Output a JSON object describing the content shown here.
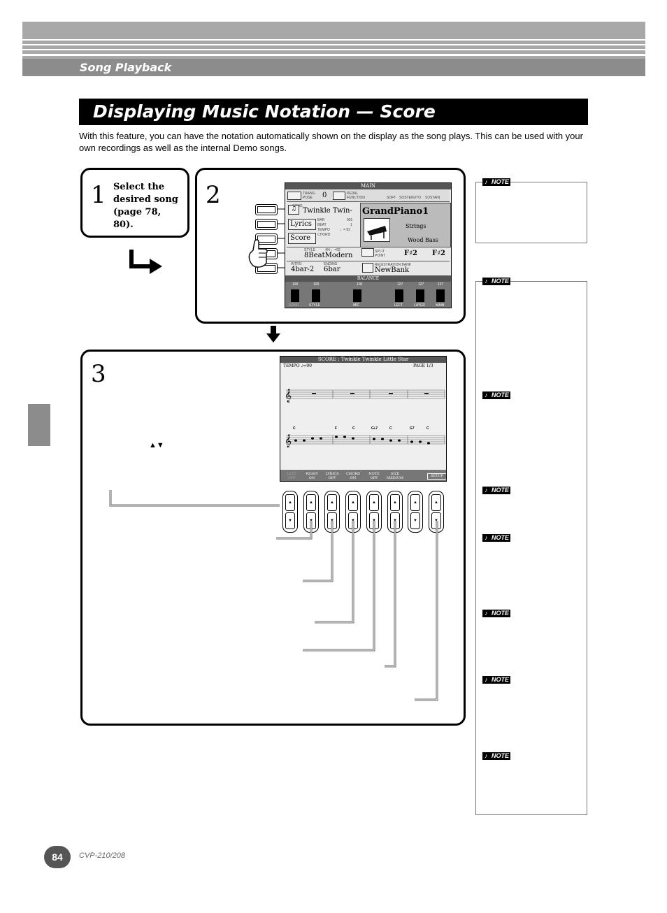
{
  "header": {
    "section": "Song Playback"
  },
  "title": "Displaying Music Notation — Score",
  "intro": "With this feature, you can have the notation automatically shown on the display as the song plays. This can be used with your own recordings as well as the internal Demo songs.",
  "steps": [
    {
      "number": "1",
      "text": "Select the desired song (page 78, 80)."
    },
    {
      "number": "2"
    },
    {
      "number": "3"
    }
  ],
  "step3_arrows": "▲▼",
  "main_screen": {
    "title": "MAIN",
    "transpose_label": "TRANS-POSE",
    "transpose_value": "0",
    "pedal_label": "PEDAL FUNCTION",
    "pedals": [
      "SOFT",
      "SOSTENUTO",
      "SUSTAIN"
    ],
    "song_label": "SONG",
    "song_value": "Twinkle Twin-",
    "bar_label": "BAR",
    "beat_label": "BEAT",
    "tempo_label": "TEMPO",
    "chord_label": "CHORD",
    "bar_value": "001",
    "beat_value": "1",
    "tempo_value": "♩= 92",
    "lyrics_label": "Lyrics",
    "score_label": "Score",
    "voice_main": "GrandPiano1",
    "voice_layer": "Strings",
    "voice_left": "Wood Bass",
    "style_label": "STYLE",
    "style_value": "8BeatModern",
    "style_tempo": "4/4  ♩=92",
    "split_label": "SPLIT POINT",
    "split_values": [
      "F♯2",
      "F♯2"
    ],
    "intro_label": "INTRO",
    "intro_value": "4bar-2",
    "ending_label": "ENDING",
    "ending_value": "6bar",
    "reg_label": "REGISTRATION BANK",
    "reg_value": "NewBank",
    "balance_label": "BALANCE",
    "balance_values": [
      "100",
      "100",
      "100",
      "127",
      "127",
      "127"
    ],
    "balance_labels": [
      "SONG",
      "STYLE",
      "MIC",
      "LEFT",
      "LAYER",
      "MAIN"
    ]
  },
  "score_screen": {
    "title": "SCORE : Twinkle Twinkle Little Star",
    "tempo": "TEMPO ♩=90",
    "page": "PAGE  1/3",
    "chords": [
      "C",
      "F",
      "C",
      "G♭7",
      "C",
      "G7",
      "C"
    ],
    "buttons": [
      {
        "label": "LEFT",
        "state": "OFF"
      },
      {
        "label": "RIGHT",
        "state": "ON"
      },
      {
        "label": "LYRICS",
        "state": "OFF"
      },
      {
        "label": "CHORD",
        "state": "ON"
      },
      {
        "label": "NOTE",
        "state": "OFF"
      },
      {
        "label": "SIZE",
        "state": "MEDIUM"
      }
    ],
    "setup": "SETUP"
  },
  "note_label": "NOTE",
  "footer": {
    "page": "84",
    "model": "CVP-210/208"
  }
}
